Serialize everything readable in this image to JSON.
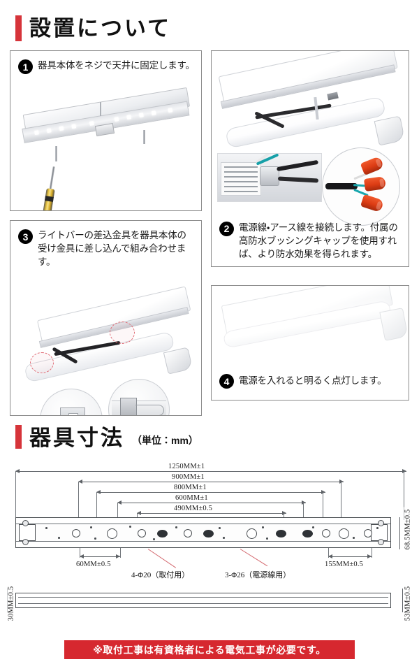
{
  "sections": {
    "install": {
      "title": "設置について"
    },
    "dimensions": {
      "title": "器具寸法",
      "unit_note": "（単位：mm）"
    }
  },
  "steps": [
    {
      "number": "1",
      "text": "器具本体をネジで天井に固定します。"
    },
    {
      "number": "2",
      "text": "電源線・アース線を接続します。付属の高防水ブッシングキャップを使用すれば、より防水効果を得られます。"
    },
    {
      "number": "3",
      "text": "ライトバーの差込金具を器具本体の受け金具に差し込んで組み合わせます。"
    },
    {
      "number": "4",
      "text": "電源を入れると明るく点灯します。"
    }
  ],
  "dimension_drawing": {
    "horizontal": [
      {
        "value": "1250MM±1"
      },
      {
        "value": "900MM±1"
      },
      {
        "value": "800MM±1"
      },
      {
        "value": "600MM±1"
      },
      {
        "value": "490MM±0.5"
      }
    ],
    "lower": [
      {
        "value": "60MM±0.5"
      },
      {
        "value": "155MM±0.5"
      }
    ],
    "vertical": [
      {
        "value": "68.5MM±0.5"
      },
      {
        "value": "30MM±0.5"
      },
      {
        "value": "53MM±0.5"
      }
    ],
    "callouts": [
      {
        "value": "4-Φ20（取付用）"
      },
      {
        "value": "3-Φ26（電源線用）"
      }
    ]
  },
  "footer": {
    "warning": "※取付工事は有資格者による電気工事が必要です。"
  },
  "colors": {
    "accent_red": "#d6343a",
    "banner_red": "#d6282f",
    "line_gray": "#5d6166"
  }
}
